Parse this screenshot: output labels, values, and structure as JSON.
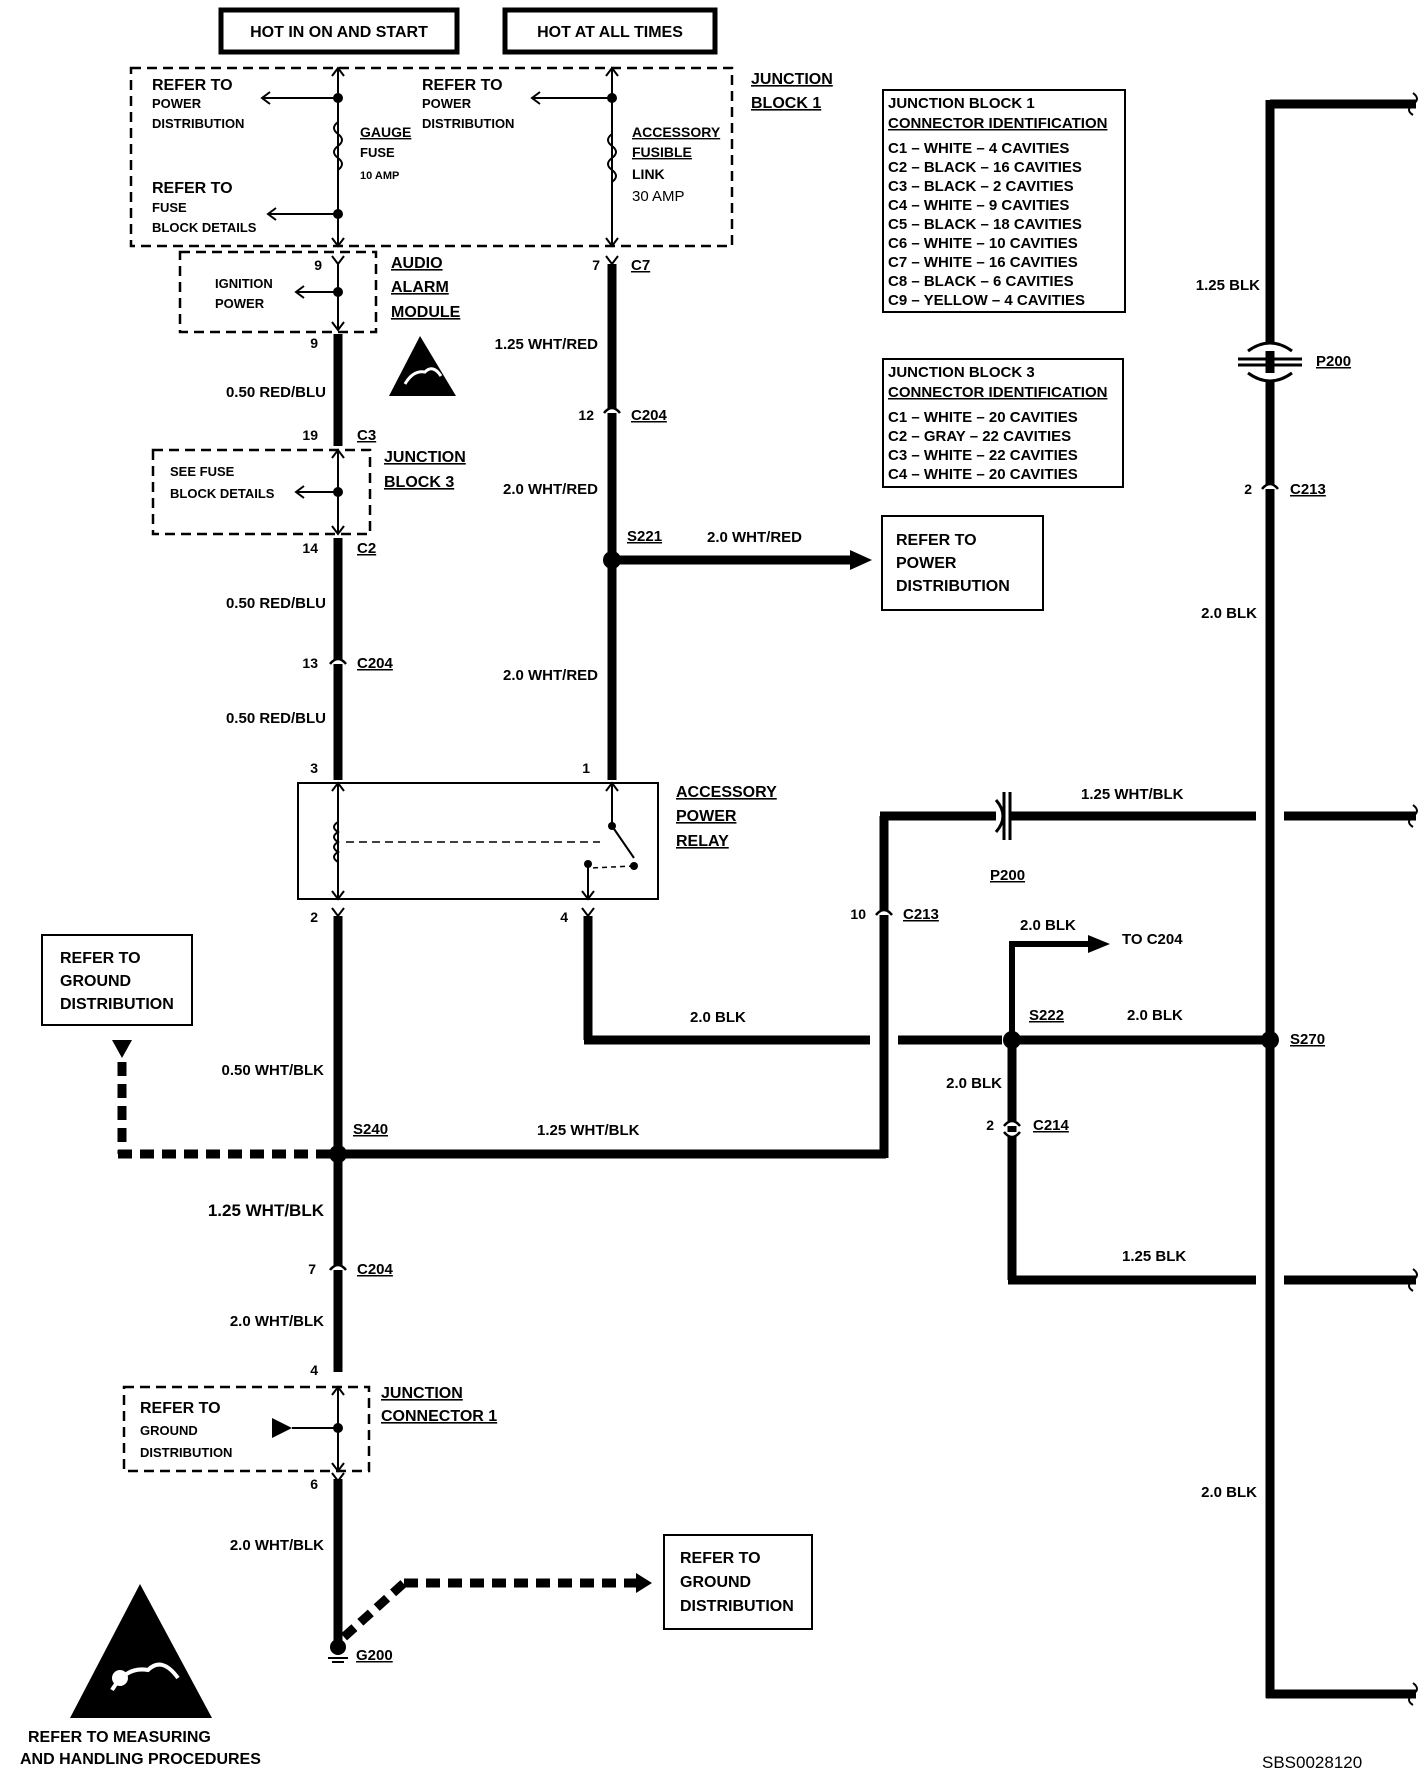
{
  "headers": {
    "ign": "HOT IN ON AND START",
    "batt": "HOT AT ALL TIMES"
  },
  "jb1": {
    "label1": "JUNCTION",
    "label2": "BLOCK 1",
    "refer_pd_left": [
      "REFER TO",
      "POWER",
      "DISTRIBUTION"
    ],
    "refer_pd_right": [
      "REFER TO",
      "POWER",
      "DISTRIBUTION"
    ],
    "refer_fuse": [
      "REFER TO",
      "FUSE",
      "BLOCK DETAILS"
    ],
    "gauge_fuse": [
      "GAUGE",
      "FUSE",
      "10 AMP"
    ],
    "acc_link": [
      "ACCESSORY",
      "FUSIBLE",
      "LINK",
      "30 AMP"
    ]
  },
  "conn_id_jb1": {
    "title1": "JUNCTION BLOCK 1",
    "title2": "CONNECTOR IDENTIFICATION",
    "rows": [
      "C1 – WHITE – 4 CAVITIES",
      "C2 – BLACK – 16 CAVITIES",
      "C3 – BLACK – 2 CAVITIES",
      "C4 – WHITE – 9 CAVITIES",
      "C5 – BLACK – 18 CAVITIES",
      "C6 – WHITE – 10 CAVITIES",
      "C7 – WHITE – 16 CAVITIES",
      "C8 – BLACK – 6 CAVITIES",
      "C9 – YELLOW – 4 CAVITIES"
    ]
  },
  "conn_id_jb3": {
    "title1": "JUNCTION BLOCK 3",
    "title2": "CONNECTOR IDENTIFICATION",
    "rows": [
      "C1 – WHITE – 20 CAVITIES",
      "C2 – GRAY – 22 CAVITIES",
      "C3 – WHITE – 22 CAVITIES",
      "C4 – WHITE – 20 CAVITIES"
    ]
  },
  "audio": {
    "label": [
      "AUDIO",
      "ALARM",
      "MODULE"
    ],
    "inner": [
      "IGNITION",
      "POWER"
    ],
    "pin_in": "9",
    "pin_out": "9"
  },
  "jb3": {
    "label": [
      "JUNCTION",
      "BLOCK 3"
    ],
    "inner": [
      "SEE FUSE",
      "BLOCK DETAILS"
    ],
    "pin_in": "19",
    "conn_in": "C3",
    "pin_out": "14",
    "conn_out": "C2"
  },
  "relay": {
    "label": [
      "ACCESSORY",
      "POWER",
      "RELAY"
    ],
    "pin3": "3",
    "pin1": "1",
    "pin2": "2",
    "pin4": "4"
  },
  "jc1": {
    "label": [
      "JUNCTION",
      "CONNECTOR 1"
    ],
    "inner": [
      "REFER TO",
      "GROUND",
      "DISTRIBUTION"
    ],
    "pin_in": "4",
    "pin_out": "6"
  },
  "wires": {
    "w_050_redblu_1": "0.50 RED/BLU",
    "w_050_redblu_2": "0.50 RED/BLU",
    "w_050_redblu_3": "0.50 RED/BLU",
    "w_125_whtred": "1.25  WHT/RED",
    "w_20_whtred_1": "2.0 WHT/RED",
    "w_20_whtred_2": "2.0 WHT/RED",
    "w_20_whtred_3": "2.0 WHT/RED",
    "w_050_whtblk": "0.50 WHT/BLK",
    "w_125_whtblk_s240": "1.25 WHT/BLK",
    "w_125_whtblk_low": "1.25  WHT/BLK",
    "w_20_whtblk_1": "2.0 WHT/BLK",
    "w_20_whtblk_2": "2.0 WHT/BLK",
    "w_125_whtblk_right": "1.25 WHT/BLK",
    "w_20_blk_relay": "2.0 BLK",
    "w_20_blk_toc204": "2.0 BLK",
    "w_20_blk_s222": "2.0 BLK",
    "w_20_blk_down": "2.0 BLK",
    "w_125_blk_low": "1.25 BLK",
    "w_125_blk_top": "1.25 BLK",
    "w_20_blk_right1": "2.0 BLK",
    "w_20_blk_right2": "2.0 BLK"
  },
  "connectors": {
    "c7": "C7",
    "c7_pin": "7",
    "c204_a": "C204",
    "c204_a_pin": "12",
    "c204_b": "C204",
    "c204_b_pin": "13",
    "c204_c": "C204",
    "c204_c_pin": "7",
    "c213_a": "C213",
    "c213_a_pin": "10",
    "c213_b": "C213",
    "c213_b_pin": "2",
    "c214": "C214",
    "c214_pin": "2",
    "p200_a": "P200",
    "p200_b": "P200"
  },
  "splices": {
    "s221": "S221",
    "s240": "S240",
    "s222": "S222",
    "s270": "S270"
  },
  "ground": "G200",
  "to_c204": "TO C204",
  "refer_pd_box": [
    "REFER TO",
    "POWER",
    "DISTRIBUTION"
  ],
  "refer_gd_box_left": [
    "REFER TO",
    "GROUND",
    "DISTRIBUTION"
  ],
  "refer_gd_box_bottom": [
    "REFER TO",
    "GROUND",
    "DISTRIBUTION"
  ],
  "esd_note": [
    "REFER TO   MEASURING",
    "AND HANDLING PROCEDURES"
  ],
  "doc_id": "SBS0028120"
}
